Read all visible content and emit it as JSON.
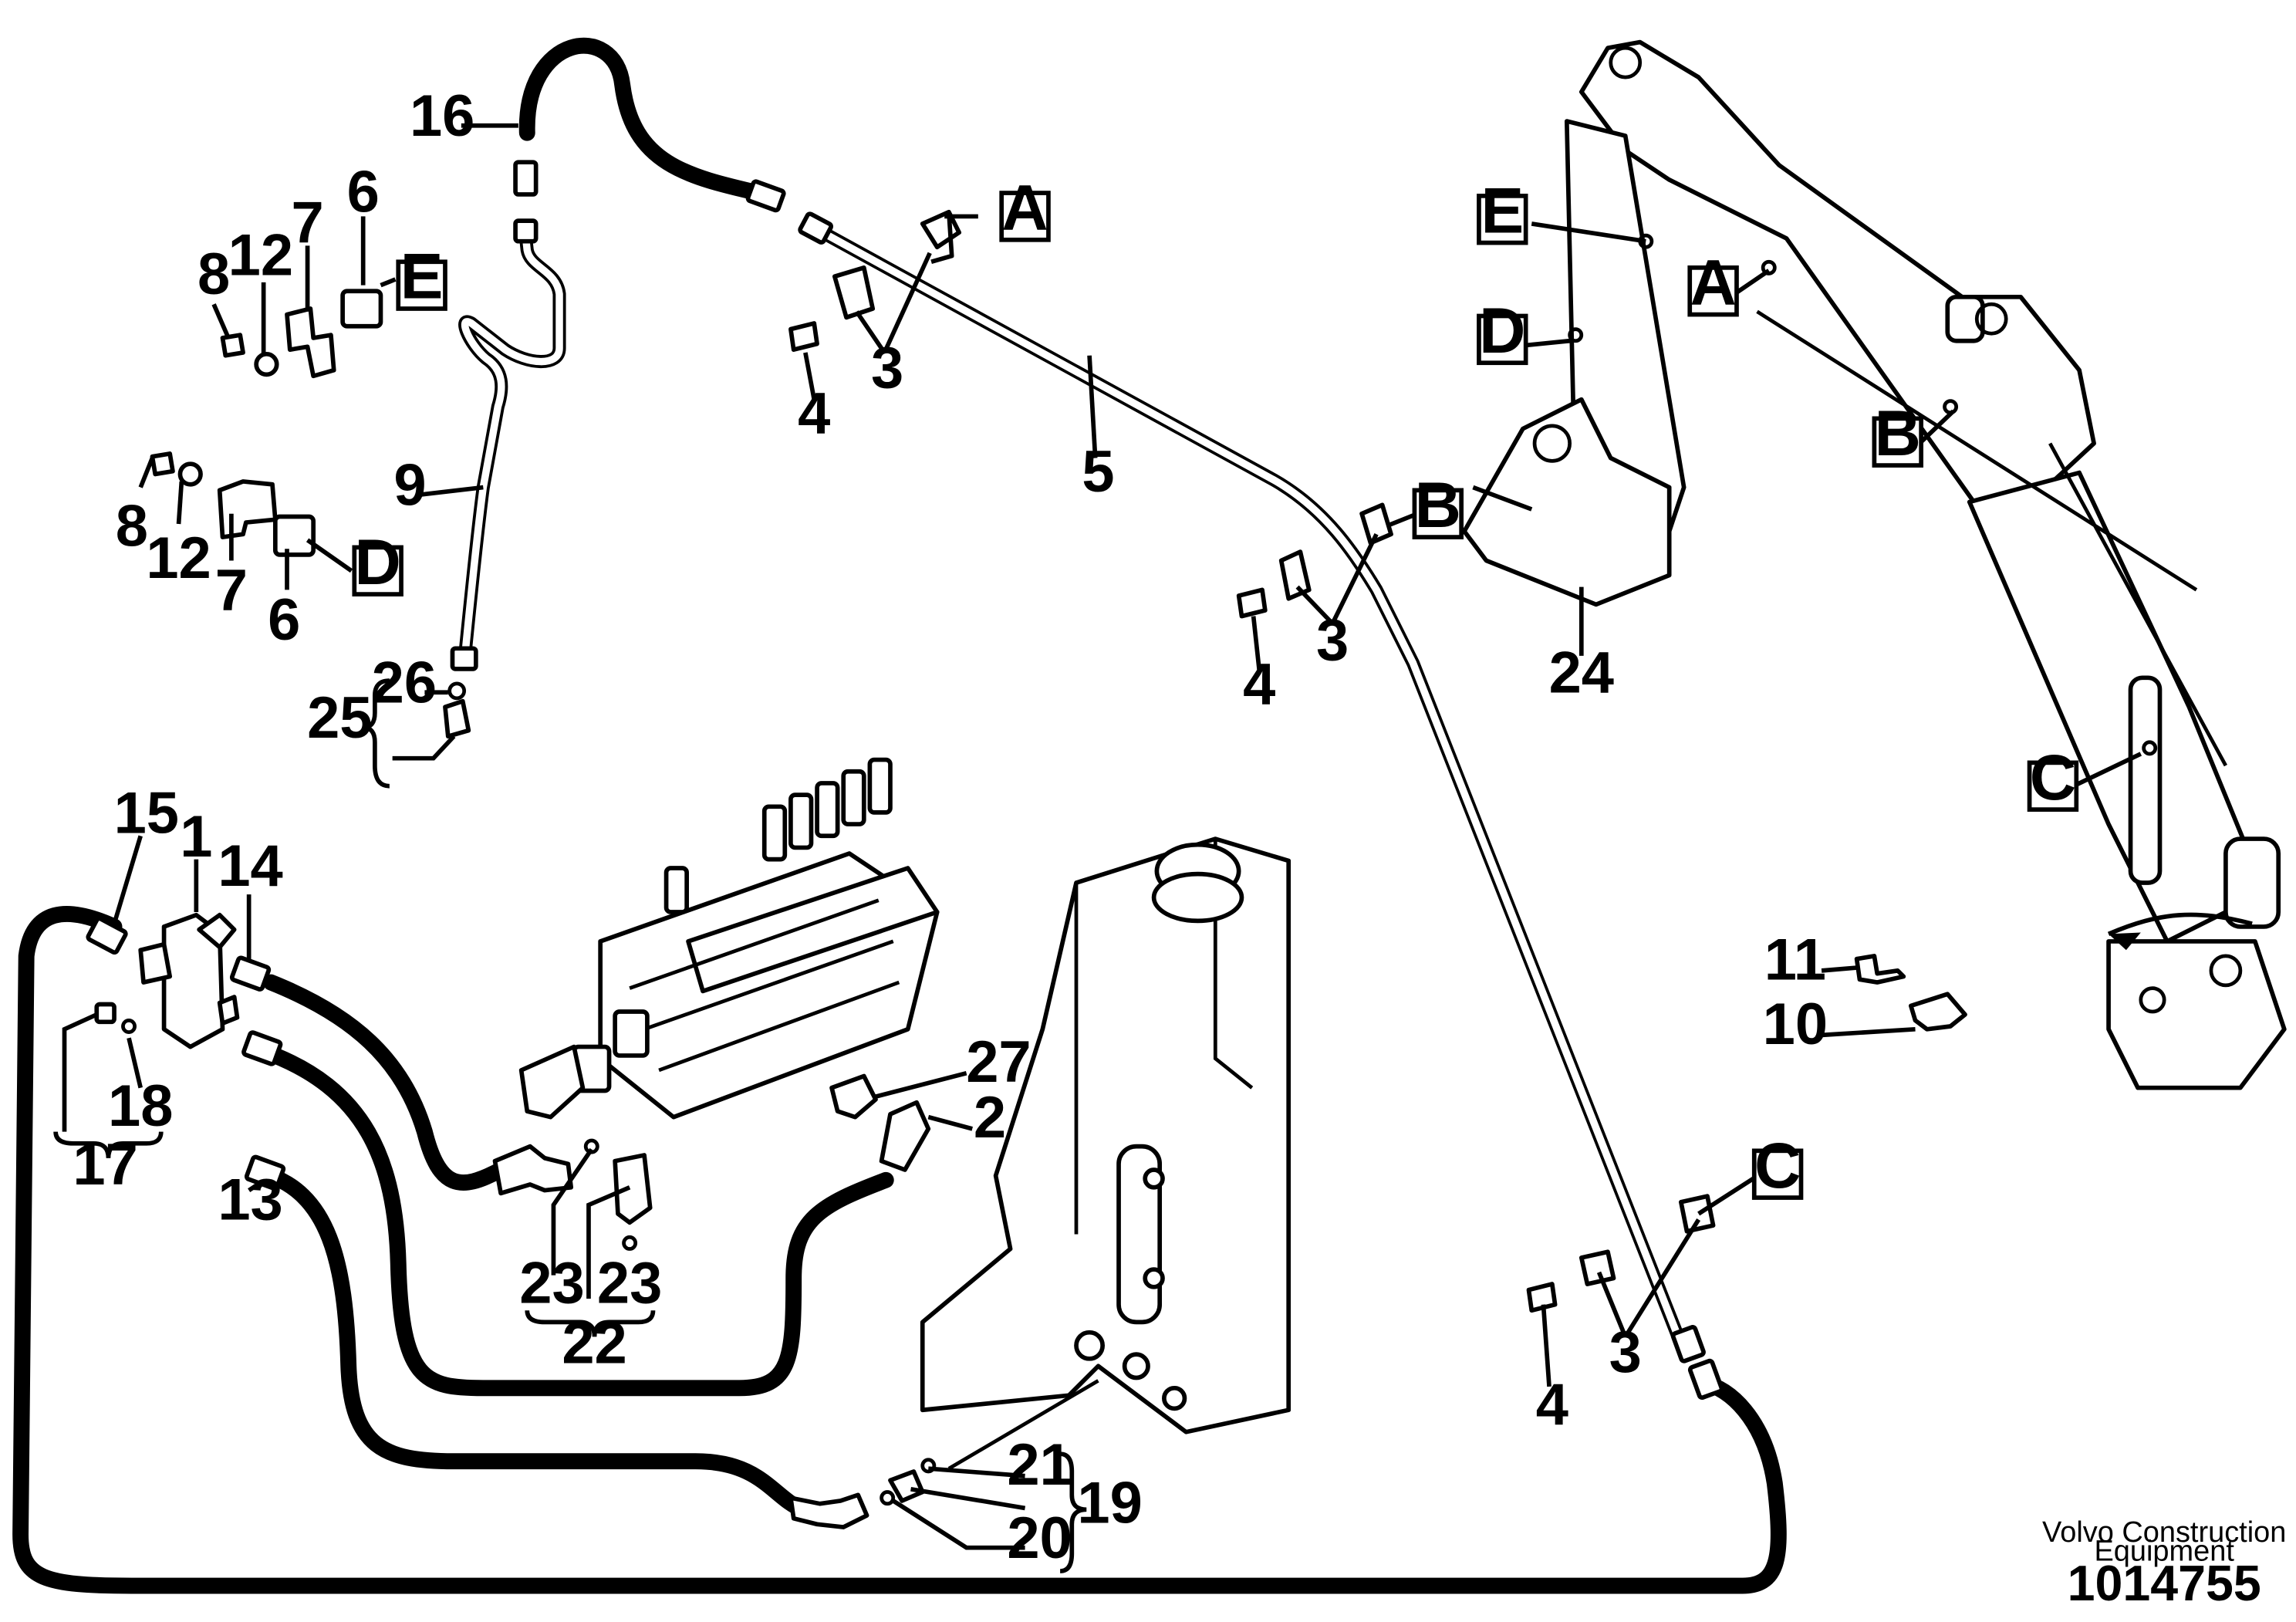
{
  "figure": {
    "publisher_line1": "Volvo Construction",
    "publisher_line2": "Equipment",
    "drawing_number": "1014755"
  },
  "callouts": {
    "p1": "1",
    "p2": "2",
    "p3a": "3",
    "p3b": "3",
    "p3c": "3",
    "p4a": "4",
    "p4b": "4",
    "p4c": "4",
    "p5": "5",
    "p6a": "6",
    "p6b": "6",
    "p7a": "7",
    "p7b": "7",
    "p8a": "8",
    "p8b": "8",
    "p9": "9",
    "p10": "10",
    "p11": "11",
    "p12a": "12",
    "p12b": "12",
    "p13": "13",
    "p14": "14",
    "p15": "15",
    "p16": "16",
    "p17": "17",
    "p18": "18",
    "p19": "19",
    "p20": "20",
    "p21": "21",
    "p22": "22",
    "p23a": "23",
    "p23b": "23",
    "p24": "24",
    "p25": "25",
    "p26": "26",
    "p27": "27"
  },
  "detail_refs": {
    "a1": "A",
    "a2": "A",
    "b1": "B",
    "b2": "B",
    "c1": "C",
    "c2": "C",
    "d1": "D",
    "d2": "D",
    "e1": "E",
    "e2": "E"
  }
}
